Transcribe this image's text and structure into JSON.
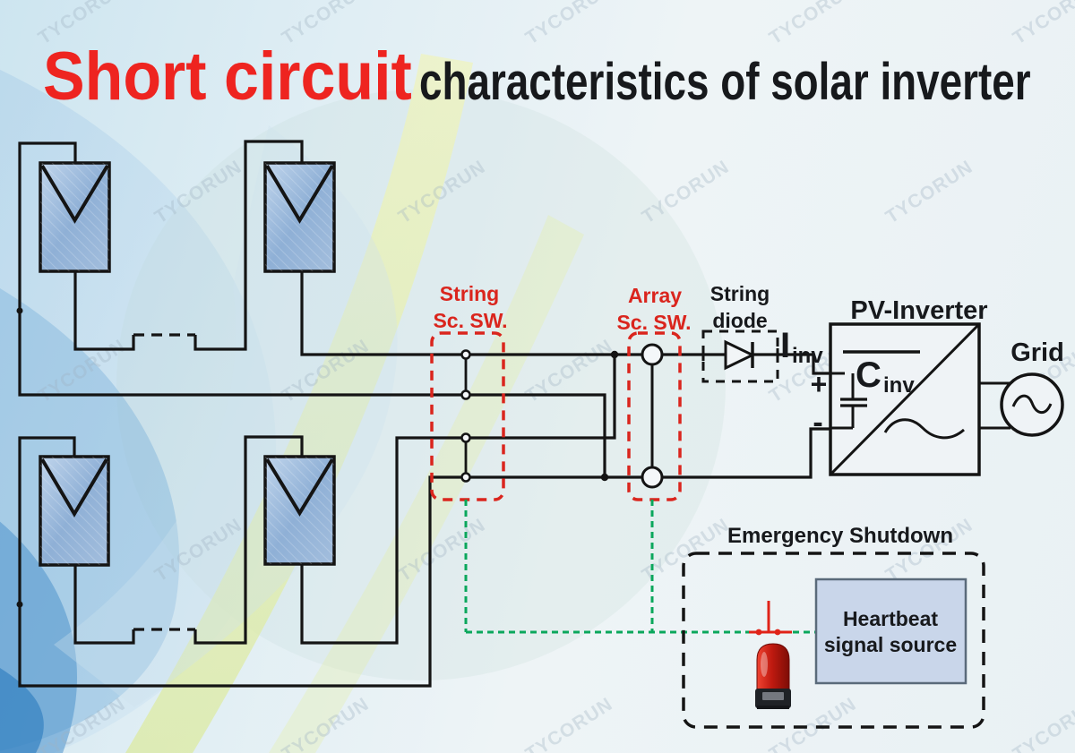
{
  "title": {
    "highlight": "Short circuit",
    "rest": "characteristics of solar inverter"
  },
  "watermark": {
    "text": "TYCORUN"
  },
  "colors": {
    "title_red": "#ee2420",
    "schematic_red": "#da251d",
    "wire_black": "#141414",
    "signal_green": "#0aa75c",
    "panel_blue": "#9db9d9",
    "heartbeat_fill": "#c9d6ea"
  },
  "schematic": {
    "string_switch": {
      "label_line1": "String",
      "label_line2": "Sc. SW."
    },
    "array_switch": {
      "label_line1": "Array",
      "label_line2": "Sc. SW."
    },
    "string_diode": {
      "label_line1": "String",
      "label_line2": "diode"
    },
    "current_label": {
      "symbol": "I",
      "subscript": "inv"
    },
    "inverter": {
      "title": "PV-Inverter",
      "capacitor_symbol": "C",
      "capacitor_subscript": "inv",
      "plus": "+",
      "minus": "-"
    },
    "grid": {
      "label": "Grid"
    },
    "emergency": {
      "title": "Emergency Shutdown",
      "heartbeat_line1": "Heartbeat",
      "heartbeat_line2": "signal source"
    }
  }
}
